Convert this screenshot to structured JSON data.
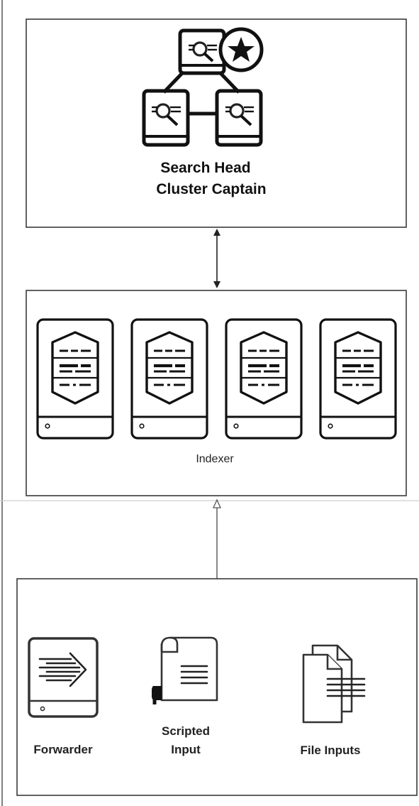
{
  "diagram": {
    "top_box": {
      "label_line1": "Search Head",
      "label_line2": "Cluster Captain"
    },
    "middle_box": {
      "label": "Indexer",
      "server_count": 4
    },
    "bottom_box": {
      "forwarder_label": "Forwarder",
      "scripted_label_line1": "Scripted",
      "scripted_label_line2": "Input",
      "file_inputs_label": "File Inputs"
    },
    "icons": {
      "search_head": "search-head-cluster-icon",
      "captain_star": "star-icon",
      "indexer": "indexer-server-icon",
      "forwarder": "forwarder-icon",
      "scripted_input": "scroll-icon",
      "file_inputs": "documents-icon"
    }
  }
}
